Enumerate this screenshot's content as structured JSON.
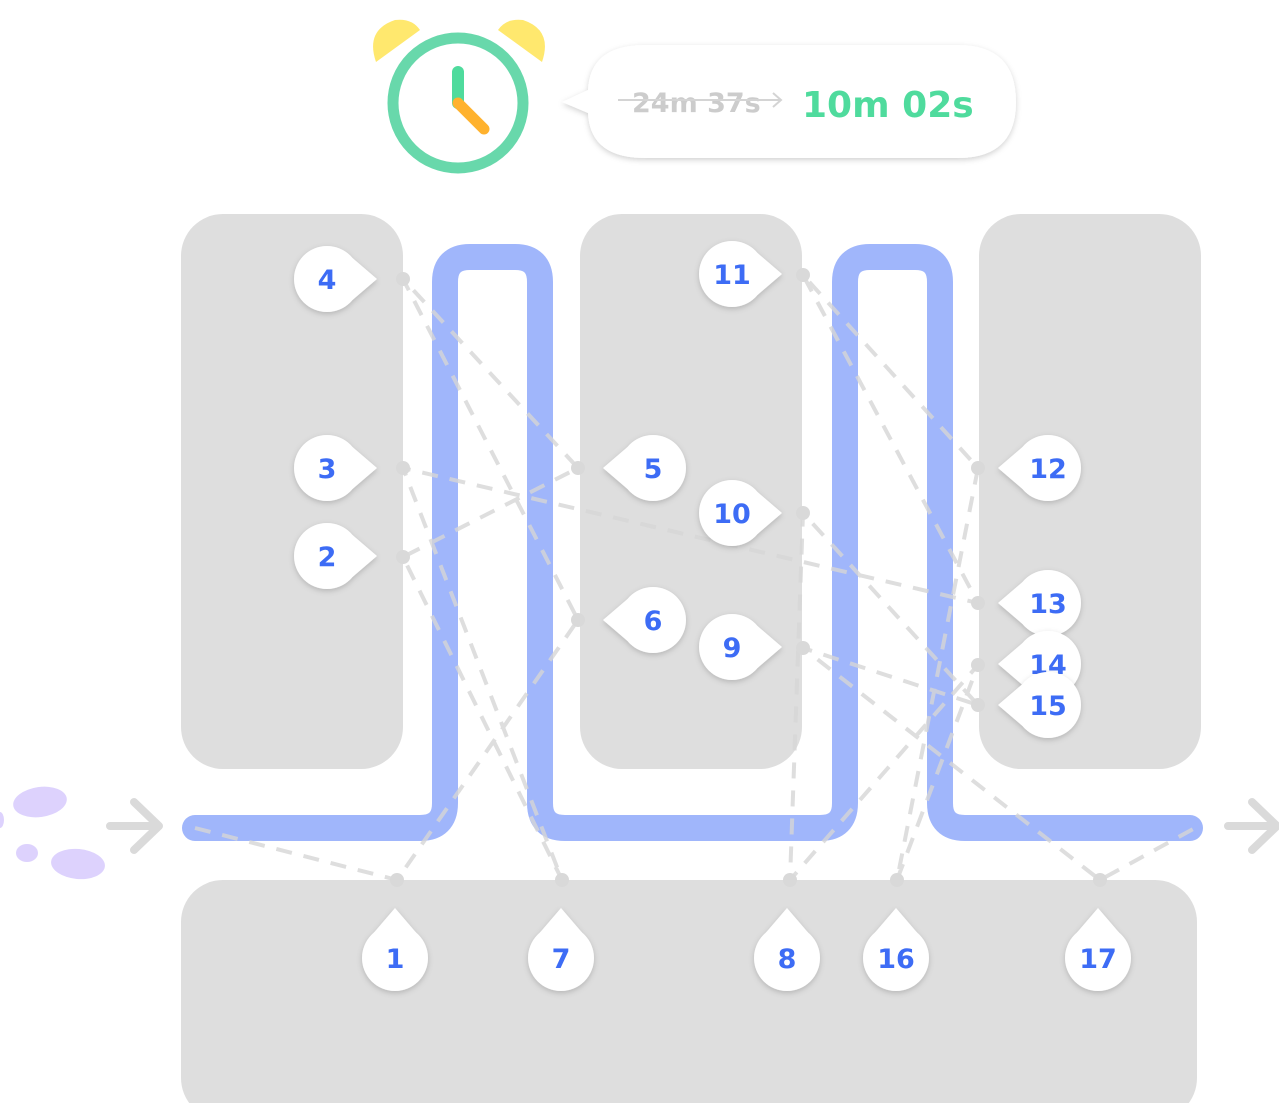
{
  "timer": {
    "old_time": "24m 37s",
    "new_time": "10m 02s",
    "icon": "alarm-clock-icon"
  },
  "colors": {
    "shelf": "#dedede",
    "optimized_route": "#a0b6fb",
    "original_route": "#e2e2e2",
    "pin_text": "#3d6cf5",
    "new_time": "#4fdb9d",
    "old_time": "#cccccc",
    "clock_ring": "#68d8ab",
    "clock_bells": "#ffe86e",
    "footprints": "#ddd2fd"
  },
  "pick_points": [
    {
      "label": "1"
    },
    {
      "label": "2"
    },
    {
      "label": "3"
    },
    {
      "label": "4"
    },
    {
      "label": "5"
    },
    {
      "label": "6"
    },
    {
      "label": "7"
    },
    {
      "label": "8"
    },
    {
      "label": "9"
    },
    {
      "label": "10"
    },
    {
      "label": "11"
    },
    {
      "label": "12"
    },
    {
      "label": "13"
    },
    {
      "label": "14"
    },
    {
      "label": "15"
    },
    {
      "label": "16"
    },
    {
      "label": "17"
    }
  ]
}
